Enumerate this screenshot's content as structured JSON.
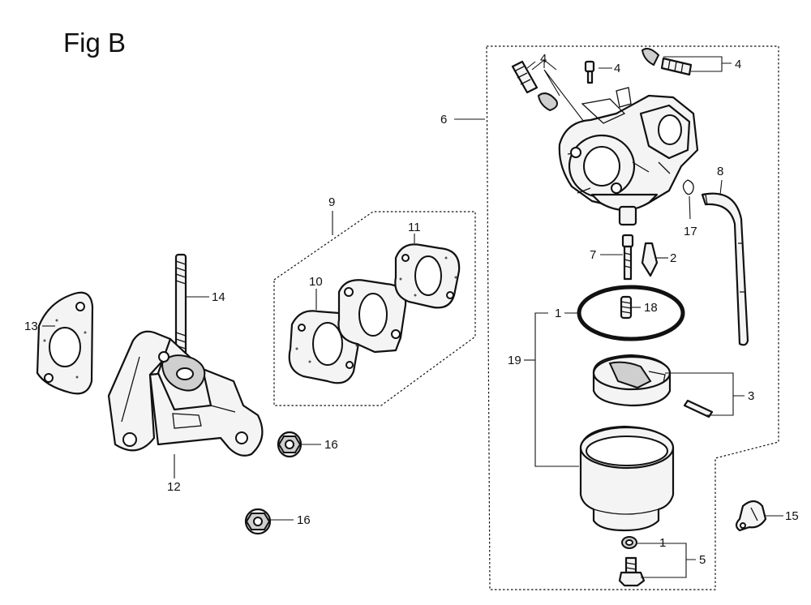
{
  "title": "Fig B",
  "labels": {
    "p1a": "1",
    "p1b": "1",
    "p2": "2",
    "p3": "3",
    "p4a": "4",
    "p4b": "4",
    "p4c": "4",
    "p5": "5",
    "p6": "6",
    "p7": "7",
    "p8": "8",
    "p9": "9",
    "p10": "10",
    "p11": "11",
    "p12": "12",
    "p13": "13",
    "p14": "14",
    "p15": "15",
    "p16a": "16",
    "p16b": "16",
    "p17": "17",
    "p18": "18",
    "p19": "19"
  }
}
